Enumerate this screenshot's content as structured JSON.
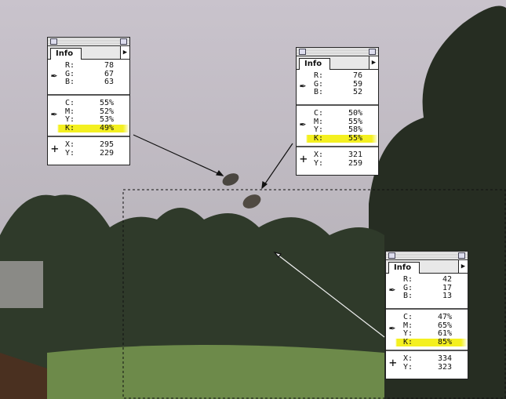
{
  "palettes": [
    {
      "tab": "Info",
      "rgb": [
        [
          "R:",
          "78"
        ],
        [
          "G:",
          "67"
        ],
        [
          "B:",
          "63"
        ]
      ],
      "cmyk": [
        [
          "C:",
          "55%"
        ],
        [
          "M:",
          "52%"
        ],
        [
          "Y:",
          "53%"
        ],
        [
          "K:",
          "49%"
        ]
      ],
      "xy": [
        [
          "X:",
          "295"
        ],
        [
          "Y:",
          "229"
        ]
      ]
    },
    {
      "tab": "Info",
      "rgb": [
        [
          "R:",
          "76"
        ],
        [
          "G:",
          "59"
        ],
        [
          "B:",
          "52"
        ]
      ],
      "cmyk": [
        [
          "C:",
          "50%"
        ],
        [
          "M:",
          "55%"
        ],
        [
          "Y:",
          "58%"
        ],
        [
          "K:",
          "55%"
        ]
      ],
      "xy": [
        [
          "X:",
          "321"
        ],
        [
          "Y:",
          "259"
        ]
      ]
    },
    {
      "tab": "Info",
      "rgb": [
        [
          "R:",
          "42"
        ],
        [
          "G:",
          "17"
        ],
        [
          "B:",
          "13"
        ]
      ],
      "cmyk": [
        [
          "C:",
          "47%"
        ],
        [
          "M:",
          "65%"
        ],
        [
          "Y:",
          "61%"
        ],
        [
          "K:",
          "85%"
        ]
      ],
      "xy": [
        [
          "X:",
          "334"
        ],
        [
          "Y:",
          "323"
        ]
      ]
    }
  ],
  "colors": {
    "highlight": "#f4f020",
    "sky": "#c4bfc8",
    "foliage": "#2a3326",
    "lawn": "#6d8a4a"
  }
}
